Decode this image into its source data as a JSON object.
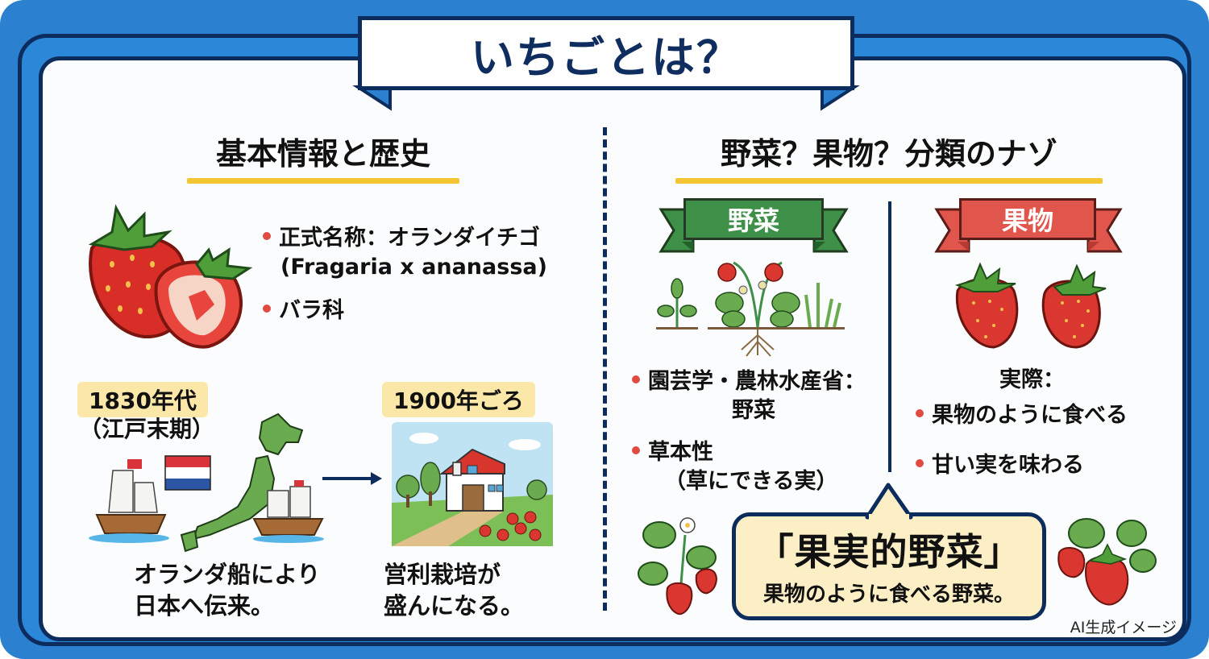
{
  "title": "いちごとは？",
  "left_section": {
    "heading": "基本情報と歴史",
    "bullets": [
      {
        "line1": "正式名称：オランダイチゴ",
        "line2": "(Fragaria x ananassa)"
      },
      {
        "line1": "バラ科"
      }
    ],
    "timeline": [
      {
        "tag": "1830年代",
        "sub": "（江戸末期）",
        "caption_line1": "オランダ船により",
        "caption_line2": "日本へ伝来。"
      },
      {
        "tag": "1900年ごろ",
        "caption_line1": "営利栽培が",
        "caption_line2": "盛んになる。"
      }
    ]
  },
  "right_section": {
    "heading": "野菜？果物？分類のナゾ",
    "vegetable": {
      "label": "野菜",
      "color": "#3e8f47",
      "bullets": [
        {
          "line1": "園芸学・農林水産省：",
          "line2": "野菜"
        },
        {
          "line1": "草本性",
          "line2": "（草にできる実）"
        }
      ]
    },
    "fruit": {
      "label": "果物",
      "color": "#e0564d",
      "heading": "実際：",
      "bullets": [
        {
          "line1": "果物のように食べる"
        },
        {
          "line1": "甘い実を味わる"
        }
      ]
    },
    "callout": {
      "main": "「果実的野菜」",
      "sub": "果物のように食べる野菜。"
    }
  },
  "footer_note": "AI生成イメージ",
  "colors": {
    "frame_blue": "#2b80cf",
    "navy": "#0d2c5e",
    "underline_yellow": "#f5c633",
    "bullet_red": "#e04b44",
    "tag_bg": "#fbe8a9",
    "callout_bg": "#fcefc6"
  }
}
